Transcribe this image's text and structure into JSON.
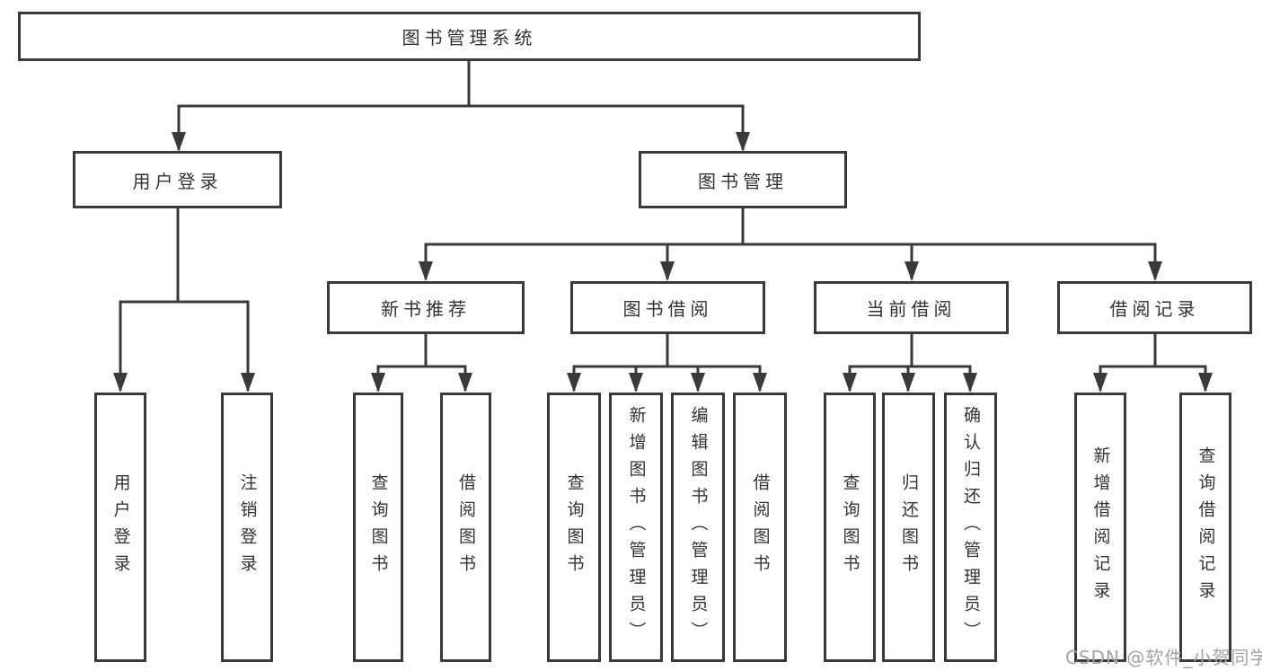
{
  "title": "图书管理系统",
  "watermark": "CSDN @软件_小贺同学",
  "colors": {
    "line": "#3a3a3a",
    "box_border": "#3a3a3a",
    "text": "#333333",
    "watermark": "#a3a3a3",
    "background": "#ffffff"
  },
  "nodes": {
    "root": {
      "label": "图书管理系统"
    },
    "user_login": {
      "label": "用户登录"
    },
    "book_mgmt": {
      "label": "图书管理"
    },
    "new_books": {
      "label": "新书推荐"
    },
    "book_borrow": {
      "label": "图书借阅"
    },
    "current_borrow": {
      "label": "当前借阅"
    },
    "borrow_records": {
      "label": "借阅记录"
    },
    "leaf_user_login": {
      "label": "用户登录"
    },
    "leaf_logout": {
      "label": "注销登录"
    },
    "leaf_nb_query_books": {
      "label": "查询图书"
    },
    "leaf_nb_borrow_books": {
      "label": "借阅图书"
    },
    "leaf_bb_query_books": {
      "label": "查询图书"
    },
    "leaf_bb_add_books": {
      "label": "新增图书（管理员）"
    },
    "leaf_bb_edit_books": {
      "label": "编辑图书（管理员）"
    },
    "leaf_bb_borrow_books": {
      "label": "借阅图书"
    },
    "leaf_cb_query_books": {
      "label": "查询图书"
    },
    "leaf_cb_return_books": {
      "label": "归还图书"
    },
    "leaf_cb_confirm_return": {
      "label": "确认归还（管理员）"
    },
    "leaf_br_add_record": {
      "label": "新增借阅记录"
    },
    "leaf_br_query_record": {
      "label": "查询借阅记录"
    }
  },
  "hierarchy": {
    "图书管理系统": {
      "用户登录": [
        "用户登录",
        "注销登录"
      ],
      "图书管理": {
        "新书推荐": [
          "查询图书",
          "借阅图书"
        ],
        "图书借阅": [
          "查询图书",
          "新增图书（管理员）",
          "编辑图书（管理员）",
          "借阅图书"
        ],
        "当前借阅": [
          "查询图书",
          "归还图书",
          "确认归还（管理员）"
        ],
        "借阅记录": [
          "新增借阅记录",
          "查询借阅记录"
        ]
      }
    }
  }
}
